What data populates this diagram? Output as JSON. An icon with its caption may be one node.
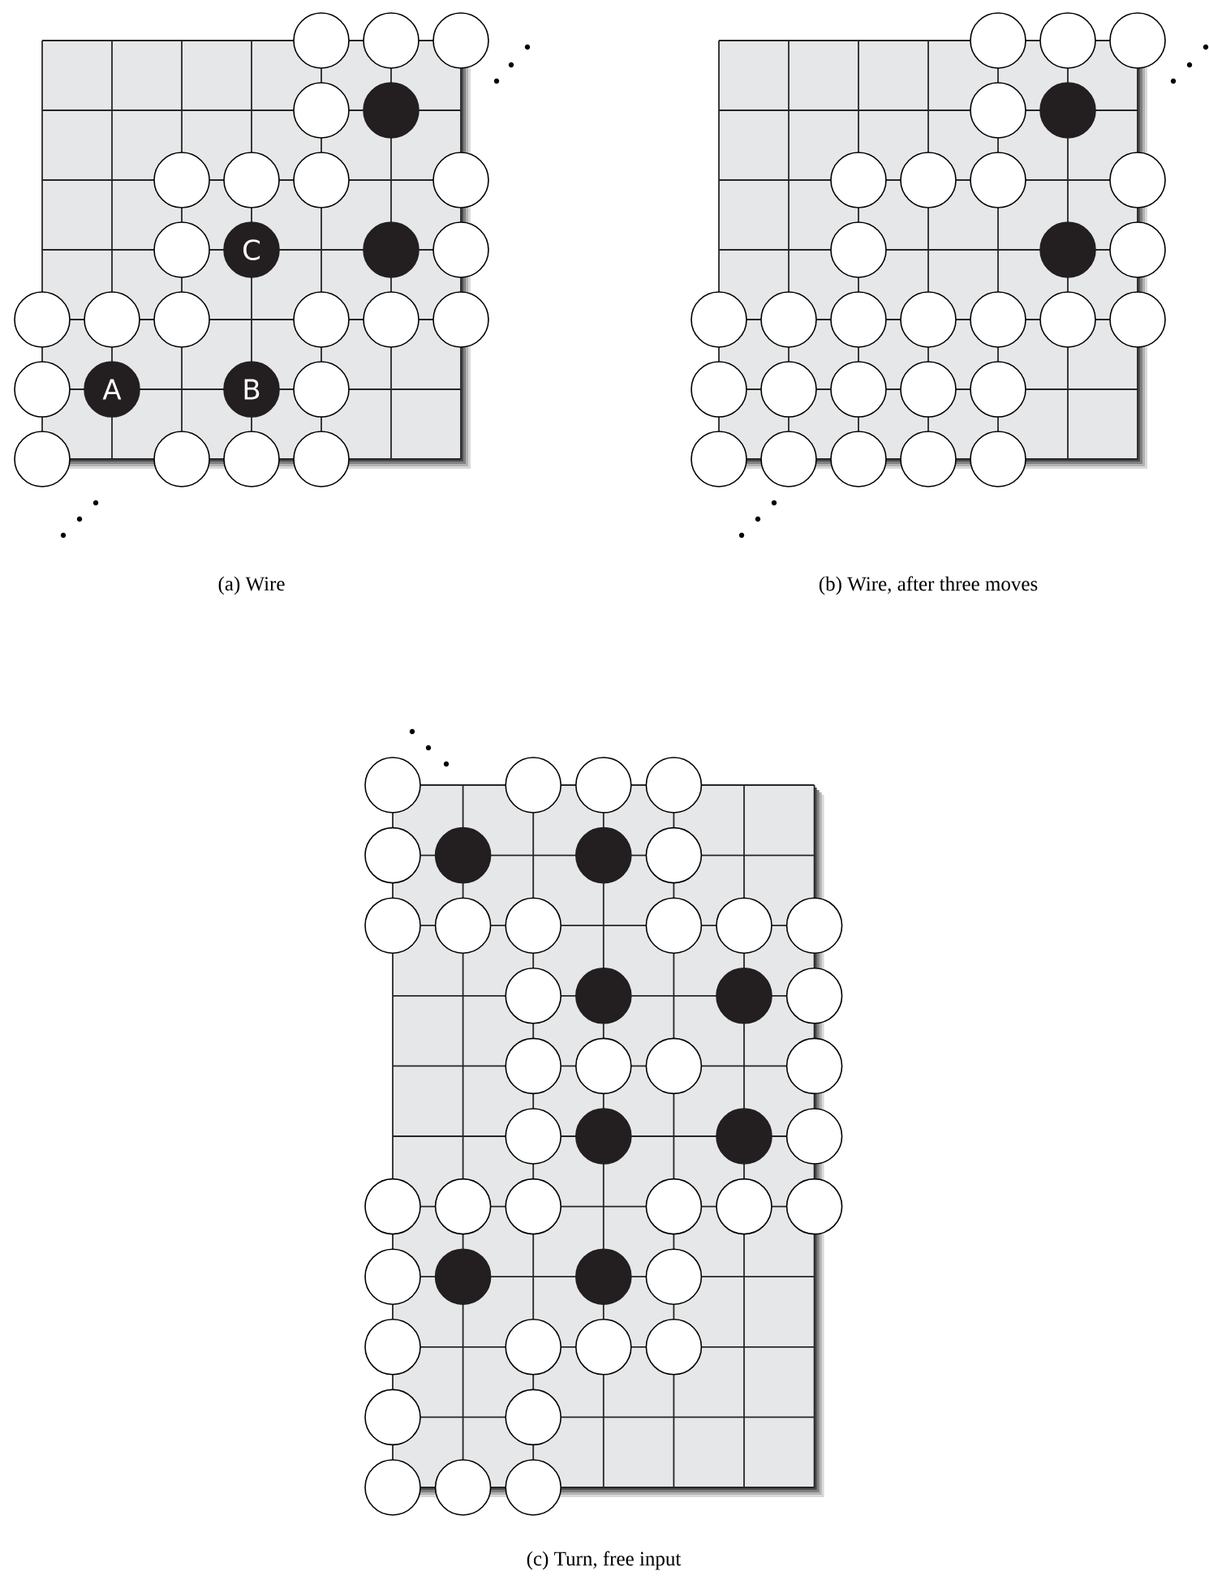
{
  "diagram": {
    "nodes": [
      {
        "text": [],
        "shape": "circle"
      },
      {
        "text": [
          "C"
        ]
      },
      {
        "text": [],
        "shape": "circle"
      },
      {
        "text": [
          "A"
        ]
      },
      {
        "text": [
          "B"
        ]
      },
      {
        "text": [],
        "shape": "circle"
      },
      {
        "text": [],
        "shape": "circle"
      },
      {
        "text": [],
        "shape": "circle"
      },
      {
        "text": [],
        "shape": "circle"
      },
      {
        "text": [],
        "shape": "circle"
      },
      {
        "text": [],
        "shape": "circle"
      },
      {
        "text": [],
        "shape": "circle"
      },
      {
        "text": [],
        "shape": "circle"
      },
      {
        "text": [],
        "shape": "circle"
      },
      {
        "text": [],
        "shape": "circle"
      }
    ],
    "labels": [
      "(a) Wire",
      "(b) Wire, after three moves",
      "(c) Turn, free input"
    ]
  }
}
